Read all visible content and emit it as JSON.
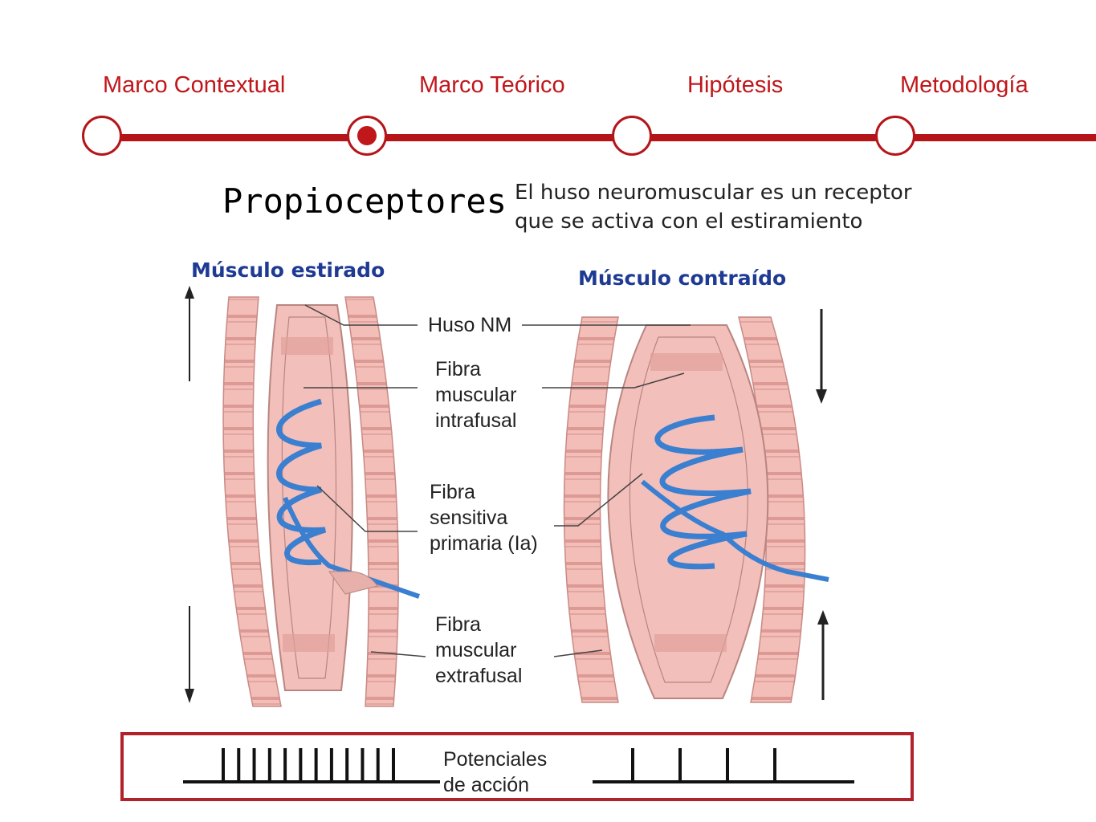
{
  "nav": {
    "steps": [
      {
        "label": "Marco Contextual",
        "active": false
      },
      {
        "label": "Marco Teórico",
        "active": true
      },
      {
        "label": "Hipótesis",
        "active": false
      },
      {
        "label": "Metodología",
        "active": false
      }
    ]
  },
  "title": "Propioceptores",
  "subtitle": {
    "line1": "El huso neuromuscular es un receptor",
    "line2": "que se activa con el estiramiento"
  },
  "diagram": {
    "left_title": "Músculo estirado",
    "right_title": "Músculo contraído",
    "labels": {
      "huso": "Huso NM",
      "intrafusal": [
        "Fibra",
        "muscular",
        "intrafusal"
      ],
      "sensitiva": [
        "Fibra",
        "sensitiva",
        "primaria (Ia)"
      ],
      "extrafusal": [
        "Fibra",
        "muscular",
        "extrafusal"
      ]
    },
    "potentials": {
      "label": [
        "Potenciales",
        "de acción"
      ],
      "stretched_spike_count": 12,
      "contracted_spike_count": 4
    },
    "colors": {
      "muscle": "#f2b8b4",
      "muscle_stripe": "#d98e8a",
      "nerve": "#3a7fd0",
      "accent": "#b51518"
    }
  }
}
